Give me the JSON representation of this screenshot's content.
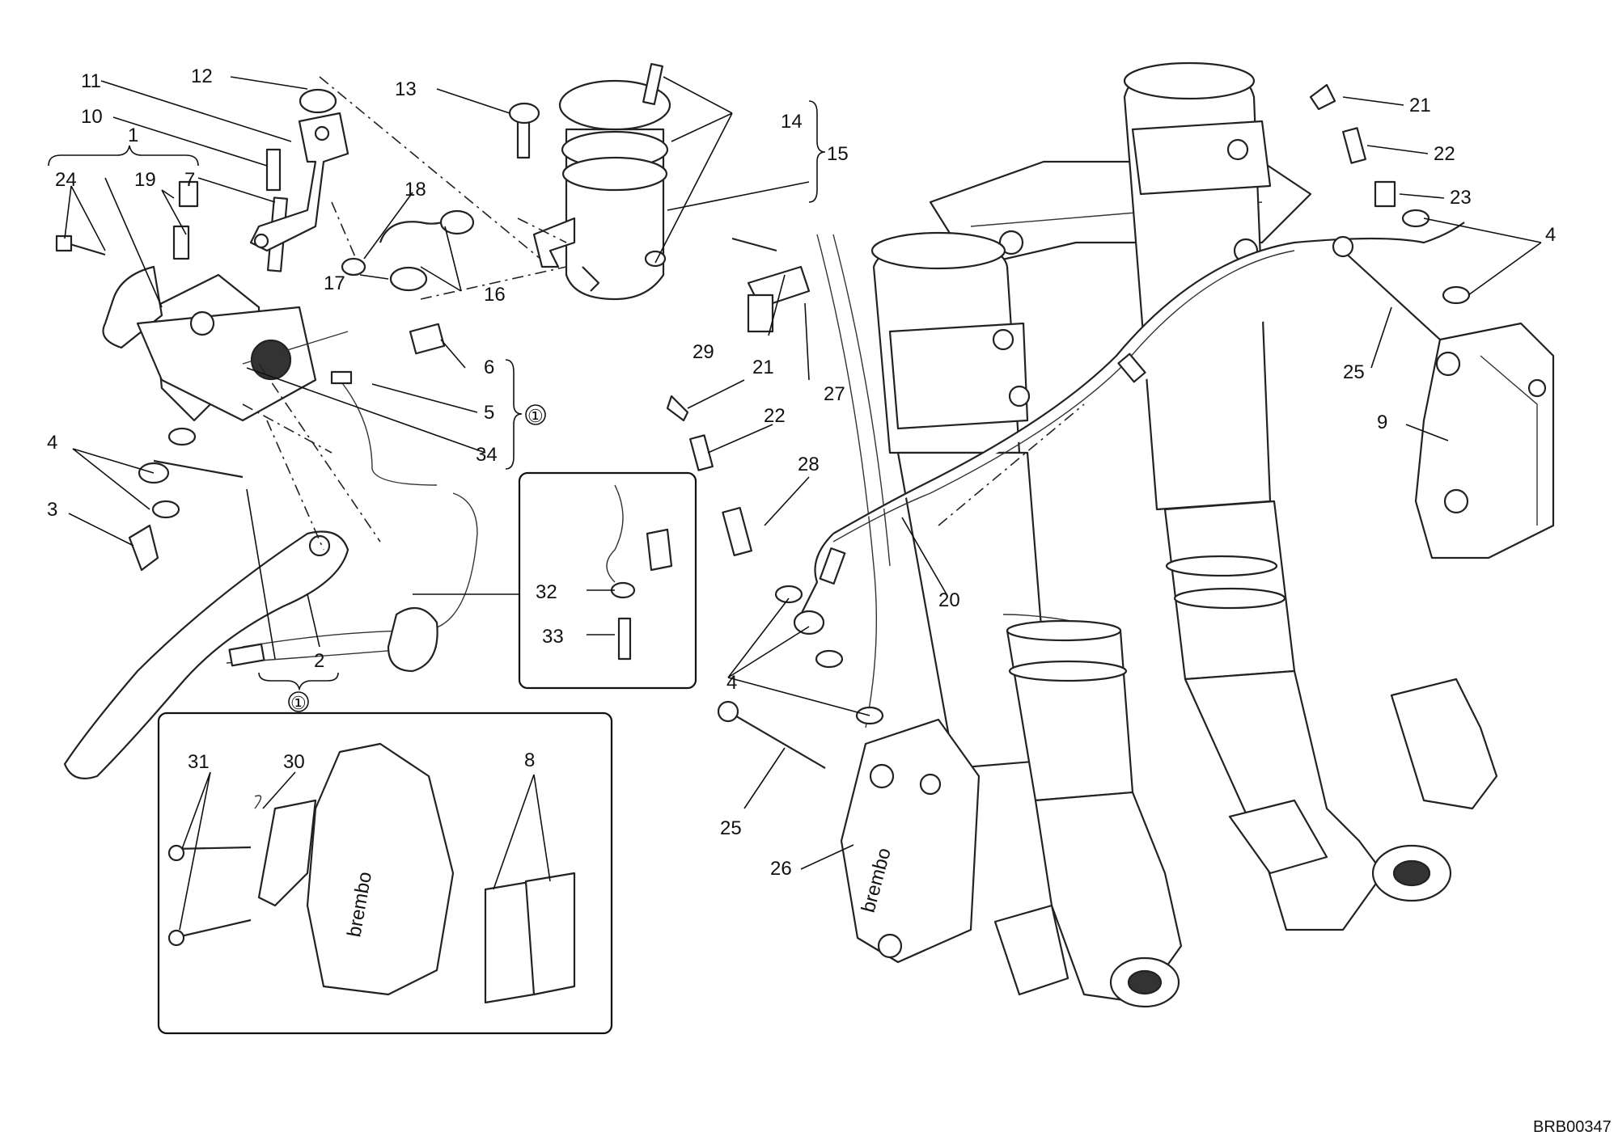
{
  "diagram": {
    "code": "BRB00347",
    "brand_text": "brembo",
    "circled_mark": "①",
    "labels": {
      "n1": "1",
      "n2": "2",
      "n3": "3",
      "n4": "4",
      "n5": "5",
      "n6": "6",
      "n7": "7",
      "n8": "8",
      "n9": "9",
      "n10": "10",
      "n11": "11",
      "n12": "12",
      "n13": "13",
      "n14": "14",
      "n15": "15",
      "n16": "16",
      "n17": "17",
      "n18": "18",
      "n19": "19",
      "n20": "20",
      "n21": "21",
      "n22": "22",
      "n23": "23",
      "n24": "24",
      "n25": "25",
      "n26": "26",
      "n27": "27",
      "n28": "28",
      "n29": "29",
      "n30": "30",
      "n31": "31",
      "n32": "32",
      "n33": "33",
      "n34": "34"
    }
  }
}
